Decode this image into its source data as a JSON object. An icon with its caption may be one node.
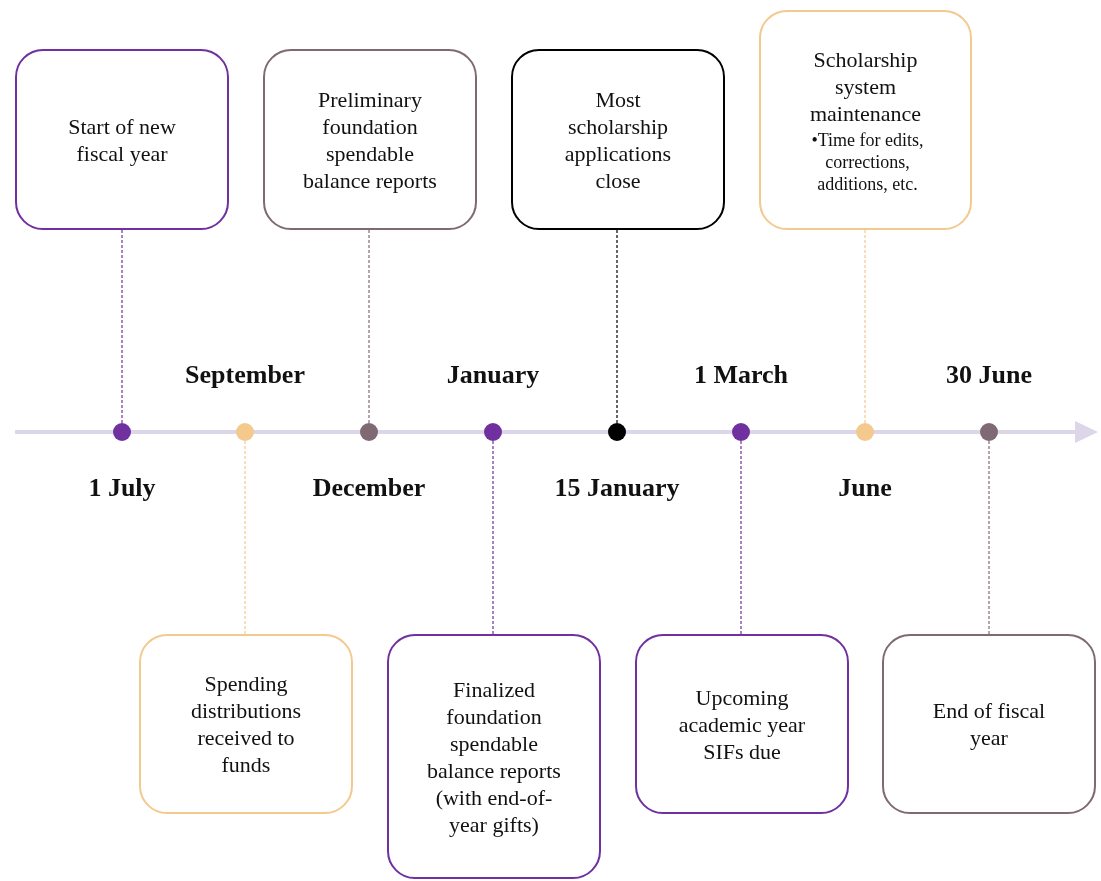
{
  "diagram": {
    "nodes": [
      {
        "text": [
          "Start of new fiscal year"
        ]
      },
      {
        "text": [
          "Preliminary foundation spendable balance reports"
        ]
      },
      {
        "text": [
          "Most scholarship applications close"
        ]
      },
      {
        "text": [
          "Scholarship system maintenance",
          "•Time for edits, corrections, additions, etc."
        ]
      },
      {
        "text": [
          "Spending distributions received to funds"
        ]
      },
      {
        "text": [
          "Finalized foundation spendable balance reports (with end-of-year gifts)"
        ]
      },
      {
        "text": [
          "Upcoming academic year SIFs due"
        ]
      },
      {
        "text": [
          "End of fiscal year"
        ]
      },
      {
        "text": [],
        "shape": "circle",
        "beside": [
          "1 July"
        ]
      },
      {
        "text": [],
        "shape": "circle",
        "beside": [
          "September"
        ]
      },
      {
        "text": [],
        "shape": "circle",
        "beside": [
          "December"
        ]
      },
      {
        "text": [],
        "shape": "circle",
        "beside": [
          "January"
        ]
      },
      {
        "text": [],
        "shape": "circle",
        "beside": [
          "15 January"
        ]
      },
      {
        "text": [],
        "shape": "circle",
        "beside": [
          "1 March"
        ]
      },
      {
        "text": [],
        "shape": "circle",
        "beside": [
          "June"
        ]
      },
      {
        "text": [],
        "shape": "circle",
        "beside": [
          "30 June"
        ]
      }
    ],
    "edges": [
      {
        "from": 0,
        "to": 8,
        "arrow": "none",
        "style": "dashed"
      },
      {
        "from": 1,
        "to": 10,
        "arrow": "none",
        "style": "dashed",
        "color": "#7f6a74"
      },
      {
        "from": 2,
        "to": 12,
        "arrow": "none",
        "style": "dashed",
        "color": "#000000"
      },
      {
        "from": 3,
        "to": 14,
        "arrow": "none",
        "style": "dashed",
        "color": "#f4c98e"
      },
      {
        "from": 4,
        "to": 9,
        "arrow": "none",
        "style": "dashed",
        "color": "#f4c98e"
      },
      {
        "from": 5,
        "to": 11,
        "arrow": "none",
        "style": "dashed"
      },
      {
        "from": 6,
        "to": 13,
        "arrow": "none",
        "style": "dashed"
      },
      {
        "from": 7,
        "to": 15,
        "arrow": "none",
        "style": "dashed",
        "color": "#7f6a74"
      }
    ]
  }
}
